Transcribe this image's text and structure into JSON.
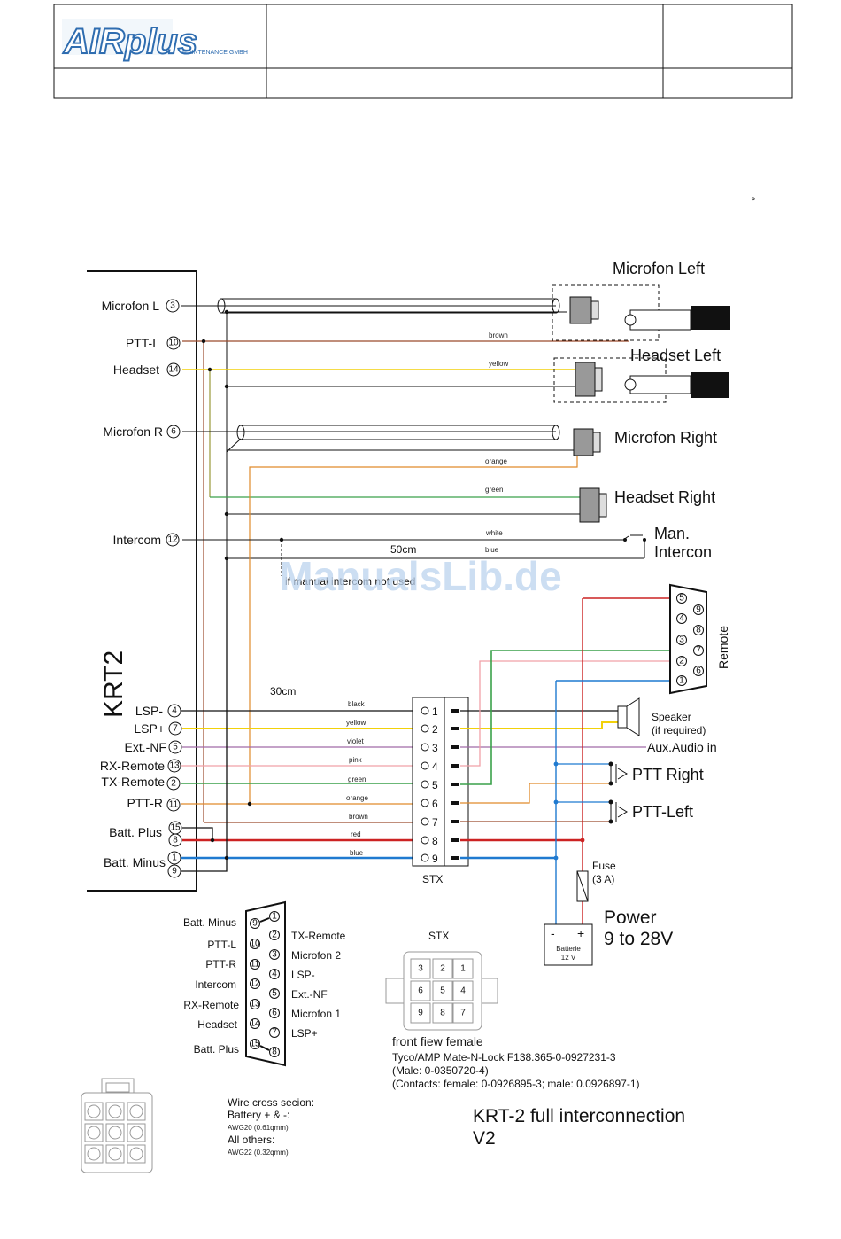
{
  "header": {
    "logo_text": "AIRplus",
    "logo_subtext": "MAINTENANCE GMBH"
  },
  "watermark": "ManualsLib.de",
  "device": {
    "name": "KRT2",
    "pins_top": [
      {
        "label": "Microfon L",
        "num": "3"
      },
      {
        "label": "PTT-L",
        "num": "10"
      },
      {
        "label": "Headset",
        "num": "14"
      },
      {
        "label": "Microfon R",
        "num": "6"
      },
      {
        "label": "Intercom",
        "num": "12"
      }
    ],
    "pins_bottom": [
      {
        "label": "LSP-",
        "num": "4"
      },
      {
        "label": "LSP+",
        "num": "7"
      },
      {
        "label": "Ext.-NF",
        "num": "5"
      },
      {
        "label": "RX-Remote",
        "num": "13"
      },
      {
        "label": "TX-Remote",
        "num": "2"
      },
      {
        "label": "PTT-R",
        "num": "11"
      },
      {
        "label": "Batt. Plus",
        "num": "15"
      },
      {
        "label": "",
        "num": "8"
      },
      {
        "label": "Batt. Minus",
        "num": "1"
      },
      {
        "label": "",
        "num": "9"
      }
    ]
  },
  "wires_top": {
    "brown": "brown",
    "yellow": "yellow",
    "orange": "orange",
    "green": "green",
    "white": "white",
    "blue": "blue",
    "length_50": "50cm",
    "note": "if manual intercom not used"
  },
  "wires_bottom": {
    "length_30": "30cm",
    "colors": [
      "black",
      "yellow",
      "violet",
      "pink",
      "green",
      "orange",
      "brown",
      "red",
      "blue"
    ],
    "stx_pins": [
      "1",
      "2",
      "3",
      "4",
      "5",
      "6",
      "7",
      "8",
      "9"
    ],
    "stx_label": "STX"
  },
  "right_components": {
    "mic_left": "Microfon Left",
    "headset_left": "Headset Left",
    "mic_right": "Microfon Right",
    "headset_right": "Headset Right",
    "man_intercom_1": "Man.",
    "man_intercom_2": "Intercon",
    "speaker_1": "Speaker",
    "speaker_2": "(if required)",
    "aux": "Aux.Audio in",
    "ptt_right": "PTT Right",
    "ptt_left": "PTT-Left",
    "fuse_1": "Fuse",
    "fuse_2": "(3 A)",
    "power_1": "Power",
    "power_2": "9 to 28V",
    "battery_1": "Batterie",
    "battery_2": "12 V",
    "battery_minus": "-",
    "battery_plus": "+",
    "remote": "Remote",
    "remote_pins_left": [
      "5",
      "4",
      "3",
      "2",
      "1"
    ],
    "remote_pins_right": [
      "9",
      "8",
      "7",
      "6"
    ]
  },
  "sub_connector": {
    "left_labels": [
      "Batt. Minus",
      "PTT-L",
      "PTT-R",
      "Intercom",
      "RX-Remote",
      "Headset",
      "Batt. Plus"
    ],
    "right_labels": [
      "TX-Remote",
      "Microfon 2",
      "LSP-",
      "Ext.-NF",
      "Microfon 1",
      "LSP+"
    ],
    "pins_left": [
      "9",
      "10",
      "11",
      "12",
      "13",
      "14",
      "15"
    ],
    "pins_right": [
      "1",
      "2",
      "3",
      "4",
      "5",
      "6",
      "7",
      "8"
    ]
  },
  "stx_detail": {
    "title": "STX",
    "grid": [
      [
        "3",
        "2",
        "1"
      ],
      [
        "6",
        "5",
        "4"
      ],
      [
        "9",
        "8",
        "7"
      ]
    ],
    "caption": "front fiew female",
    "part_1": "Tyco/AMP Mate-N-Lock F138.365-0-0927231-3",
    "part_2": "(Male: 0-0350720-4)",
    "part_3": "(Contacts: female: 0-0926895-3;  male: 0.0926897-1)"
  },
  "wire_notes": {
    "line_1": "Wire cross secion:",
    "line_2": "Battery + & -:",
    "line_3": "AWG20 (0.61qmm)",
    "line_4": "All others:",
    "line_5": "AWG22 (0.32qmm)"
  },
  "footer_title_1": "KRT-2 full interconnection",
  "footer_title_2": "V2",
  "colors": {
    "brown": "#9b4a2c",
    "yellow": "#f2d10a",
    "orange": "#e08a2a",
    "green": "#3aa14a",
    "violet": "#a06aa8",
    "pink": "#f0a0a8",
    "red": "#cc2222",
    "blue": "#1f7ad0",
    "black": "#111111",
    "olive": "#9a9a3a"
  }
}
